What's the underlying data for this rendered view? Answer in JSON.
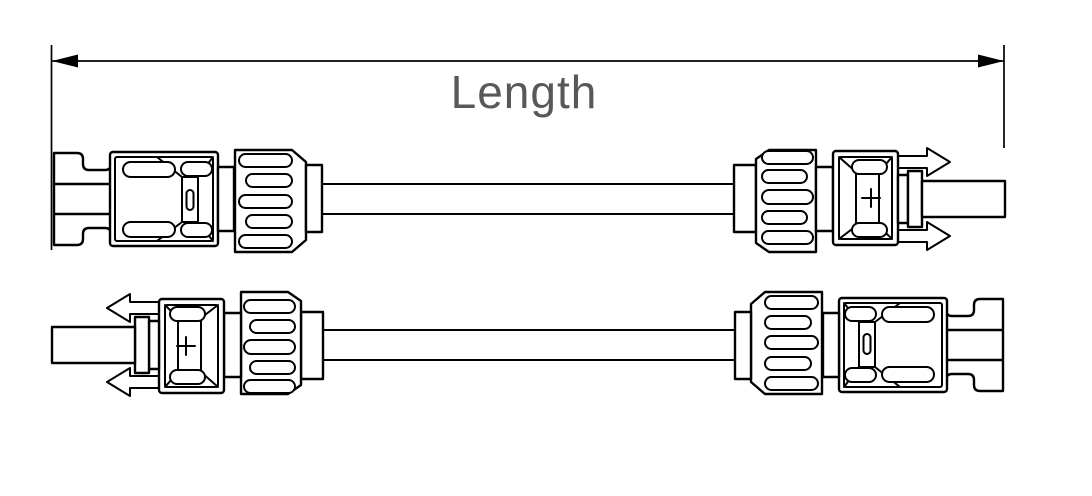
{
  "diagram": {
    "dimension_label": "Length",
    "colors": {
      "outline": "#000000",
      "label": "#58585a",
      "background": "#ffffff"
    },
    "assemblies": [
      {
        "position": "top",
        "left_connector": {
          "name": "female-coupler-connector",
          "polarity_mark": ""
        },
        "right_connector": {
          "name": "male-pin-connector",
          "polarity_mark": "+"
        }
      },
      {
        "position": "bottom",
        "left_connector": {
          "name": "male-pin-connector",
          "polarity_mark": "+"
        },
        "right_connector": {
          "name": "female-coupler-connector",
          "polarity_mark": ""
        }
      }
    ]
  }
}
